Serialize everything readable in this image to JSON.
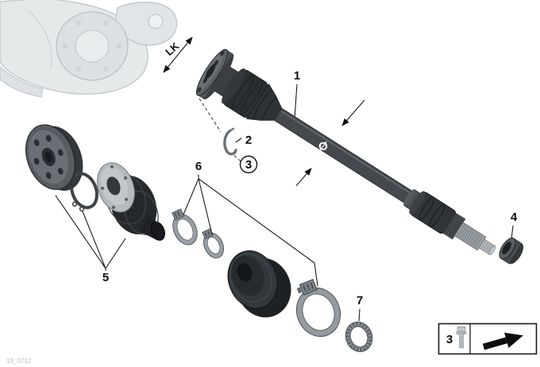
{
  "callouts": {
    "output_shaft": "1",
    "clip": "2",
    "screw": "3",
    "collar_nut": "4",
    "flange_group": "5",
    "repair_kit_group": "6",
    "clamp_band": "7"
  },
  "labels": {
    "bolt_circle": "LK",
    "diameter_symbol": "Ø"
  },
  "legend": {
    "item_number": "3",
    "icons": [
      "screw-icon",
      "direction-arrow-icon"
    ]
  },
  "footer": {
    "code": "33_0712"
  },
  "colors": {
    "background": "#ffffff",
    "line": "#1a1a1a",
    "part_dark": "#2e3235",
    "part_mid": "#54595d",
    "part_light": "#9aa0a5",
    "housing_fill": "#e6e9ea",
    "housing_stroke": "#c5cbcf"
  }
}
